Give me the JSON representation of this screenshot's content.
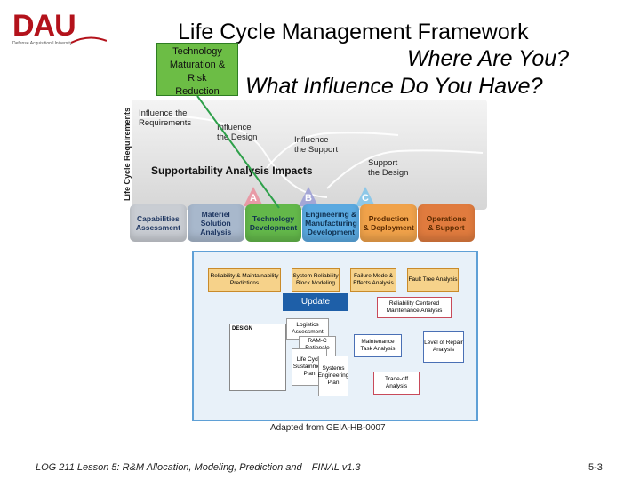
{
  "logo": {
    "text": "DAU",
    "subtitle": "Defense Acquisition University"
  },
  "title": "Life Cycle Management Framework",
  "subtitle1": "Where Are You?",
  "subtitle2": "What Influence Do You Have?",
  "tmrr_box": {
    "line1": "Technology",
    "line2": "Maturation &",
    "line3": "Risk",
    "line4": "Reduction"
  },
  "chart": {
    "y_axis_label": "Life Cycle Requirements",
    "influence_requirements": [
      "Influence the",
      "Requirements"
    ],
    "influence_design": [
      "Influence",
      "the Design"
    ],
    "influence_support": [
      "Influence",
      "the Support"
    ],
    "support_design": [
      "Support",
      "the Design"
    ],
    "supportability": "Supportability Analysis Impacts",
    "milestones": [
      "A",
      "B",
      "C"
    ]
  },
  "phases": [
    {
      "line1": "Capabilities",
      "line2": "Assessment",
      "line3": "",
      "color": "#c9cdd3",
      "text": "#1d3560"
    },
    {
      "line1": "Materiel",
      "line2": "Solution",
      "line3": "Analysis",
      "color": "#a8b8cc",
      "text": "#1d3560"
    },
    {
      "line1": "Technology",
      "line2": "Development",
      "line3": "",
      "color": "#63b84a",
      "text": "#10304f"
    },
    {
      "line1": "Engineering &",
      "line2": "Manufacturing",
      "line3": "Development",
      "color": "#5aa9e0",
      "text": "#10304f"
    },
    {
      "line1": "Production",
      "line2": "& Deployment",
      "line3": "",
      "color": "#f0a24a",
      "text": "#5a2a00"
    },
    {
      "line1": "Operations",
      "line2": "& Support",
      "line3": "",
      "color": "#e07b3e",
      "text": "#5a2a00"
    }
  ],
  "detail": {
    "rm_predictions": "Reliability & Maintainability Predictions",
    "system_reliability": "System Reliability Block Modeling",
    "fmea": "Failure Mode & Effects Analysis",
    "fault_tree": "Fault Tree Analysis",
    "update": "Update",
    "rcm": "Reliability Centered Maintenance Analysis",
    "design": "DESIGN",
    "logistics": "Logistics Assessment",
    "ramc": "RAM-C Rationale Report",
    "lcsp": "Life Cycle Sustainment Plan",
    "seplan": "Systems Engineering Plan",
    "maintenance": "Maintenance Task Analysis",
    "lora": "Level of Repair Analysis",
    "tradeoff": "Trade-off Analysis"
  },
  "caption": "Adapted from GEIA-HB-0007",
  "footer": "LOG 211 Lesson 5: R&M Allocation, Modeling, Prediction and",
  "version": "FINAL v1.3",
  "page_number": "5-3"
}
